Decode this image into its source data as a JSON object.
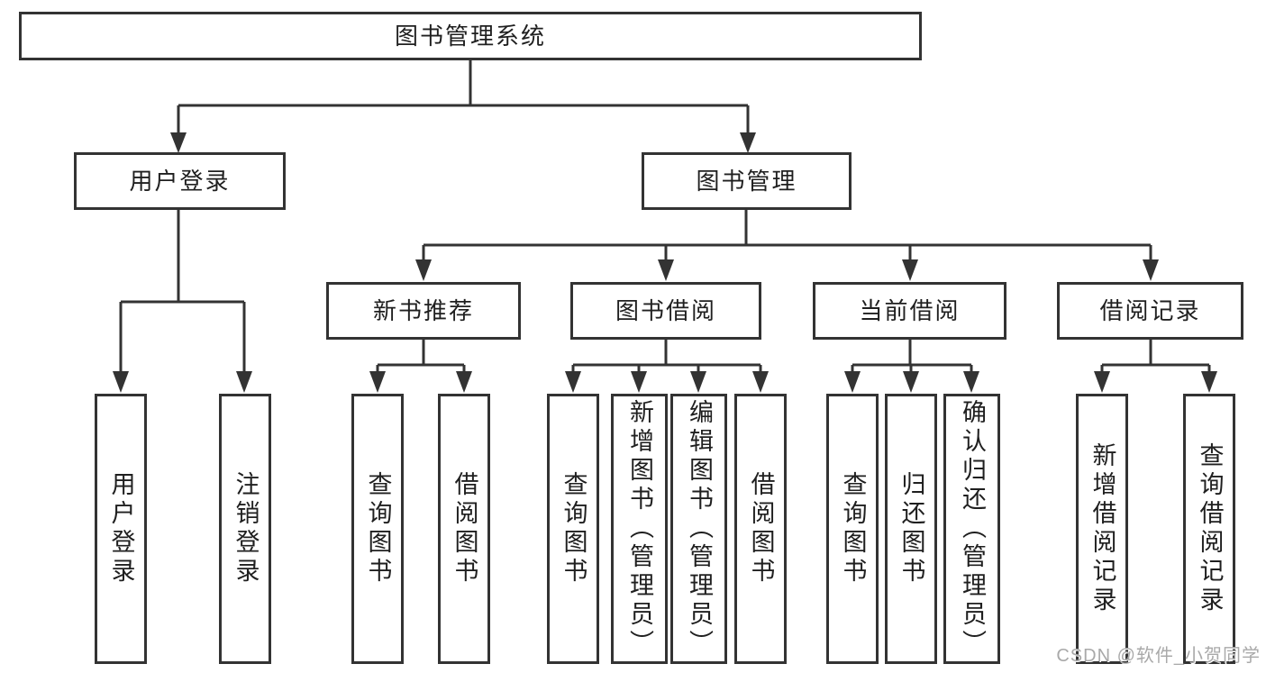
{
  "tree": {
    "root": {
      "label": "图书管理系统",
      "children": [
        {
          "label": "用户登录",
          "children": [
            {
              "label": "用户登录"
            },
            {
              "label": "注销登录"
            }
          ]
        },
        {
          "label": "图书管理",
          "children": [
            {
              "label": "新书推荐",
              "children": [
                {
                  "label": "查询图书"
                },
                {
                  "label": "借阅图书"
                }
              ]
            },
            {
              "label": "图书借阅",
              "children": [
                {
                  "label": "查询图书"
                },
                {
                  "label": "新增图书（管理员）"
                },
                {
                  "label": "编辑图书（管理员）"
                },
                {
                  "label": "借阅图书"
                }
              ]
            },
            {
              "label": "当前借阅",
              "children": [
                {
                  "label": "查询图书"
                },
                {
                  "label": "归还图书"
                },
                {
                  "label": "确认归还（管理员）"
                }
              ]
            },
            {
              "label": "借阅记录",
              "children": [
                {
                  "label": "新增借阅记录"
                },
                {
                  "label": "查询借阅记录"
                }
              ]
            }
          ]
        }
      ]
    }
  },
  "watermark": {
    "text": "CSDN @软件_小贺同学"
  },
  "colors": {
    "line": "#333333",
    "text": "#1f1f1f",
    "watermark": "#a9a9a9",
    "bg": "#ffffff"
  }
}
